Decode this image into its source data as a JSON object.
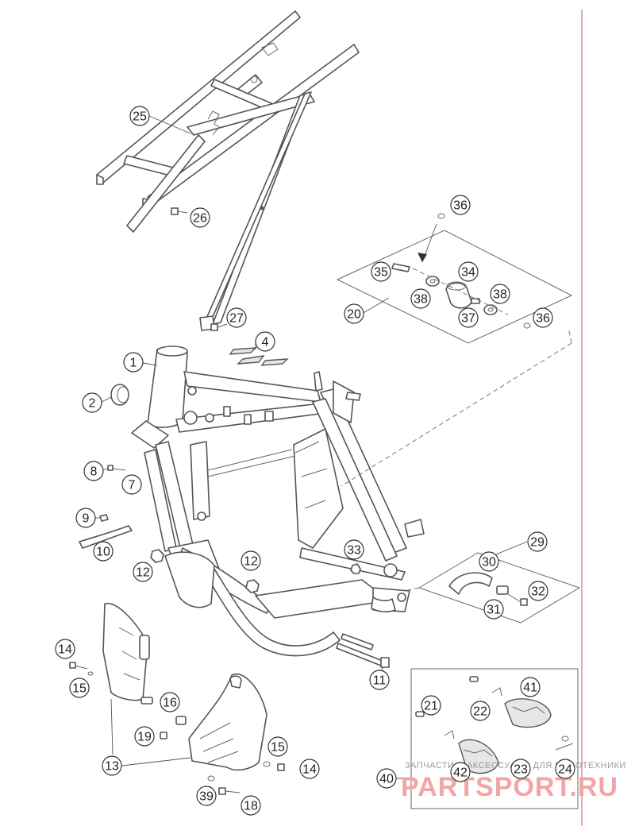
{
  "colors": {
    "margin_line": "#e07070",
    "watermark": "#f3a5a5",
    "line_art": "#555555"
  },
  "watermark": {
    "caption": "ЗАПЧАСТИ И АКСЕССУАРЫ ДЛЯ МОТОТЕХНИКИ",
    "logo": "PARTSPORT.RU"
  },
  "callouts": [
    {
      "id": "c1",
      "label": "1"
    },
    {
      "id": "c2",
      "label": "2"
    },
    {
      "id": "c4",
      "label": "4"
    },
    {
      "id": "c7",
      "label": "7"
    },
    {
      "id": "c8",
      "label": "8"
    },
    {
      "id": "c9",
      "label": "9"
    },
    {
      "id": "c10",
      "label": "10"
    },
    {
      "id": "c11",
      "label": "11"
    },
    {
      "id": "c12a",
      "label": "12"
    },
    {
      "id": "c12b",
      "label": "12"
    },
    {
      "id": "c13",
      "label": "13"
    },
    {
      "id": "c14a",
      "label": "14"
    },
    {
      "id": "c14b",
      "label": "14"
    },
    {
      "id": "c15a",
      "label": "15"
    },
    {
      "id": "c15b",
      "label": "15"
    },
    {
      "id": "c16",
      "label": "16"
    },
    {
      "id": "c18",
      "label": "18"
    },
    {
      "id": "c19",
      "label": "19"
    },
    {
      "id": "c20",
      "label": "20"
    },
    {
      "id": "c21",
      "label": "21"
    },
    {
      "id": "c22",
      "label": "22"
    },
    {
      "id": "c23",
      "label": "23"
    },
    {
      "id": "c24",
      "label": "24"
    },
    {
      "id": "c25",
      "label": "25"
    },
    {
      "id": "c26",
      "label": "26"
    },
    {
      "id": "c27",
      "label": "27"
    },
    {
      "id": "c29",
      "label": "29"
    },
    {
      "id": "c30",
      "label": "30"
    },
    {
      "id": "c31",
      "label": "31"
    },
    {
      "id": "c32",
      "label": "32"
    },
    {
      "id": "c33",
      "label": "33"
    },
    {
      "id": "c34",
      "label": "34"
    },
    {
      "id": "c35",
      "label": "35"
    },
    {
      "id": "c36a",
      "label": "36"
    },
    {
      "id": "c36b",
      "label": "36"
    },
    {
      "id": "c37",
      "label": "37"
    },
    {
      "id": "c38a",
      "label": "38"
    },
    {
      "id": "c38b",
      "label": "38"
    },
    {
      "id": "c39",
      "label": "39"
    },
    {
      "id": "c40",
      "label": "40"
    },
    {
      "id": "c41",
      "label": "41"
    },
    {
      "id": "c42",
      "label": "42"
    }
  ]
}
